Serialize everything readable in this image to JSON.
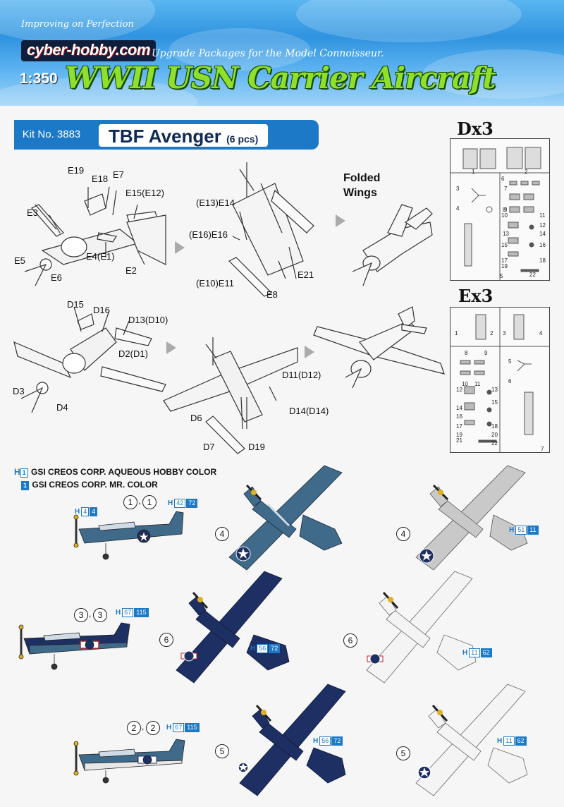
{
  "header": {
    "tagline_top": "Improving on Perfection",
    "brand": "cyber-hobby.com",
    "tagline_main": "Upgrade Packages for the Model Connoisseur.",
    "scale": "1:350",
    "series_title": "WWII USN Carrier Aircraft"
  },
  "kit": {
    "number": "Kit No. 3883",
    "name": "TBF Avenger",
    "count": "(6 pcs)"
  },
  "folded": {
    "title_line1": "Folded",
    "title_line2": "Wings",
    "parts": {
      "e19": "E19",
      "e18": "E18",
      "e7": "E7",
      "e15": "E15(E12)",
      "e3": "E3",
      "e4": "E4(E1)",
      "e2": "E2",
      "e5": "E5",
      "e6": "E6",
      "e14": "(E13)E14",
      "e16": "(E16)E16",
      "e11": "(E10)E11",
      "e8": "E8",
      "e21": "E21"
    }
  },
  "extended": {
    "parts": {
      "d15": "D15",
      "d16": "D16",
      "d13": "D13(D10)",
      "d2": "D2(D1)",
      "d3": "D3",
      "d4": "D4",
      "d6": "D6",
      "d7": "D7",
      "d19": "D19",
      "d11": "D11(D12)",
      "d14": "D14(D14)"
    }
  },
  "runners": {
    "d": {
      "title": "Dx3",
      "numbers": [
        "1",
        "2",
        "3",
        "4",
        "5",
        "6",
        "7",
        "8",
        "9",
        "10",
        "11",
        "12",
        "13",
        "14",
        "15",
        "16",
        "17",
        "18",
        "19",
        "22"
      ]
    },
    "e": {
      "title": "Ex3",
      "numbers": [
        "1",
        "2",
        "3",
        "4",
        "5",
        "6",
        "7",
        "8",
        "9",
        "10",
        "11",
        "12",
        "13",
        "14",
        "15",
        "16",
        "17",
        "18",
        "19",
        "20",
        "21",
        "22"
      ]
    }
  },
  "legend": {
    "h_marker": "H",
    "h_box": "1",
    "m_box": "1",
    "aqueous": "GSI CREOS CORP. AQUEOUS HOBBY COLOR",
    "mrcolor": "GSI CREOS CORP. MR. COLOR"
  },
  "colors_callouts": {
    "c1": {
      "h": "H",
      "a": "4",
      "b": "4"
    },
    "c2": {
      "h": "H",
      "a": "42",
      "b": "72"
    },
    "c3": {
      "h": "H",
      "a": "67",
      "b": "115"
    },
    "c4": {
      "h": "H",
      "a": "67",
      "b": "115"
    },
    "c5": {
      "h": "H",
      "a": "51",
      "b": "11"
    },
    "c6": {
      "h": "H",
      "a": "56",
      "b": "72"
    },
    "c7": {
      "h": "H",
      "a": "11",
      "b": "62"
    },
    "c8": {
      "h": "H",
      "a": "56",
      "b": "72"
    },
    "c9": {
      "h": "H",
      "a": "11",
      "b": "62"
    }
  },
  "markings": {
    "m1a": "1",
    "m1b": "1",
    "m3a": "3",
    "m3b": "3",
    "m2a": "2",
    "m2b": "2",
    "m4a": "4",
    "m4b": "4",
    "m6a": "6",
    "m6b": "6",
    "m5a": "5",
    "m5b": "5"
  },
  "palette": {
    "gray_blue": "#3f6a8a",
    "navy": "#1d2f63",
    "light_gray": "#c9c9c9",
    "white": "#f4f4f4",
    "accent_blue": "#1b79c7"
  }
}
